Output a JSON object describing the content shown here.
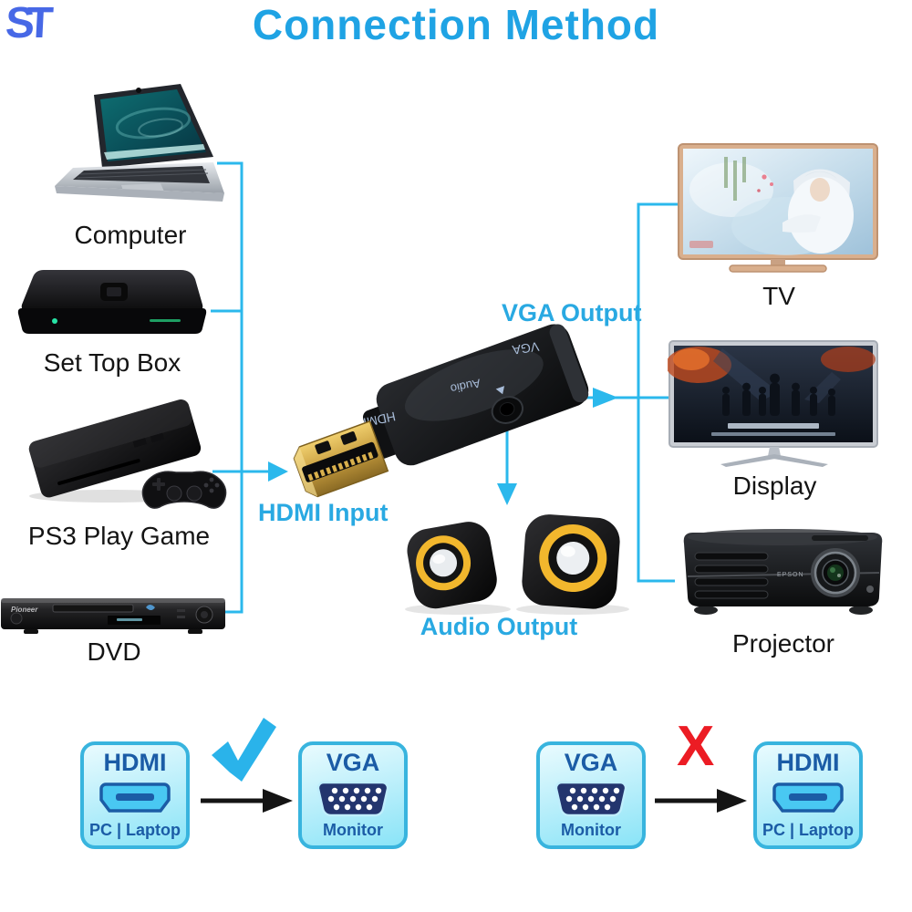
{
  "colors": {
    "title": "#1fa3e4",
    "logo": "#4768e6",
    "accent": "#29a9e2",
    "line": "#2bb8ec",
    "device_label": "#141414",
    "badge_border": "#38b4de",
    "badge_text": "#1b5ca6",
    "check": "#2ab3ea",
    "cross": "#ec1c24",
    "arrow_black": "#141414"
  },
  "header": {
    "logo_text": "ST",
    "title": "Connection Method"
  },
  "sources": [
    {
      "id": "computer",
      "label": "Computer"
    },
    {
      "id": "set-top-box",
      "label": "Set Top Box"
    },
    {
      "id": "ps3",
      "label": "PS3 Play Game"
    },
    {
      "id": "dvd",
      "label": "DVD",
      "brand": "Pioneer"
    }
  ],
  "outputs": [
    {
      "id": "tv",
      "label": "TV"
    },
    {
      "id": "display",
      "label": "Display"
    },
    {
      "id": "projector",
      "label": "Projector",
      "brand": "EPSON"
    }
  ],
  "adapter": {
    "hdmi_input_label": "HDMI Input",
    "vga_output_label": "VGA Output",
    "audio_output_label": "Audio Output",
    "body_hdmi": "HDMI",
    "body_audio": "Audio",
    "body_vga": "VGA"
  },
  "comparison": {
    "correct": {
      "from_title": "HDMI",
      "from_sub": "PC | Laptop",
      "to_title": "VGA",
      "to_sub": "Monitor",
      "result_icon": "check-icon"
    },
    "wrong": {
      "from_title": "VGA",
      "from_sub": "Monitor",
      "to_title": "HDMI",
      "to_sub": "PC | Laptop",
      "mark": "X"
    }
  }
}
